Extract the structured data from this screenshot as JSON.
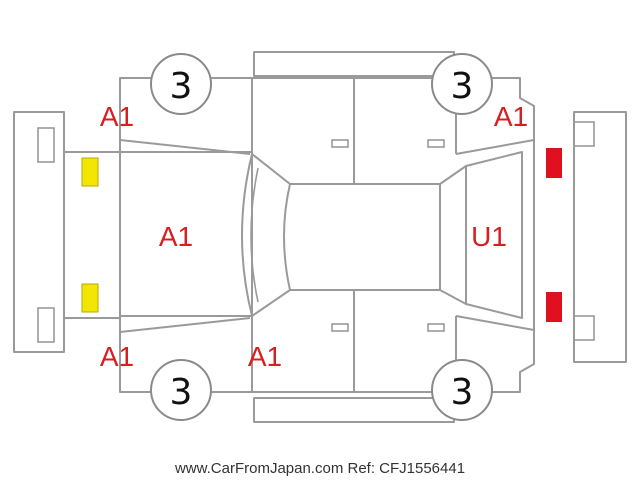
{
  "colors": {
    "damage_code": "#d42020",
    "wheel_number": "#111111",
    "outline": "#9a9a9a",
    "lamp_front": "#f2e600",
    "lamp_rear": "#e01020"
  },
  "wheels": {
    "front_left": "3",
    "rear_left": "3",
    "front_right": "3",
    "rear_right": "3"
  },
  "damage_codes": {
    "front_left_fender": "A1",
    "rear_left_fender": "A1",
    "hood": "A1",
    "front_right_fender": "A1",
    "front_right_door": "A1",
    "rear_gate": "U1"
  },
  "lamps": {
    "front": [
      "yellow-lamp",
      "yellow-lamp"
    ],
    "rear": [
      "red-lamp",
      "red-lamp"
    ]
  },
  "footer": {
    "source": "www.CarFromJapan.com Ref: CFJ1556441"
  }
}
